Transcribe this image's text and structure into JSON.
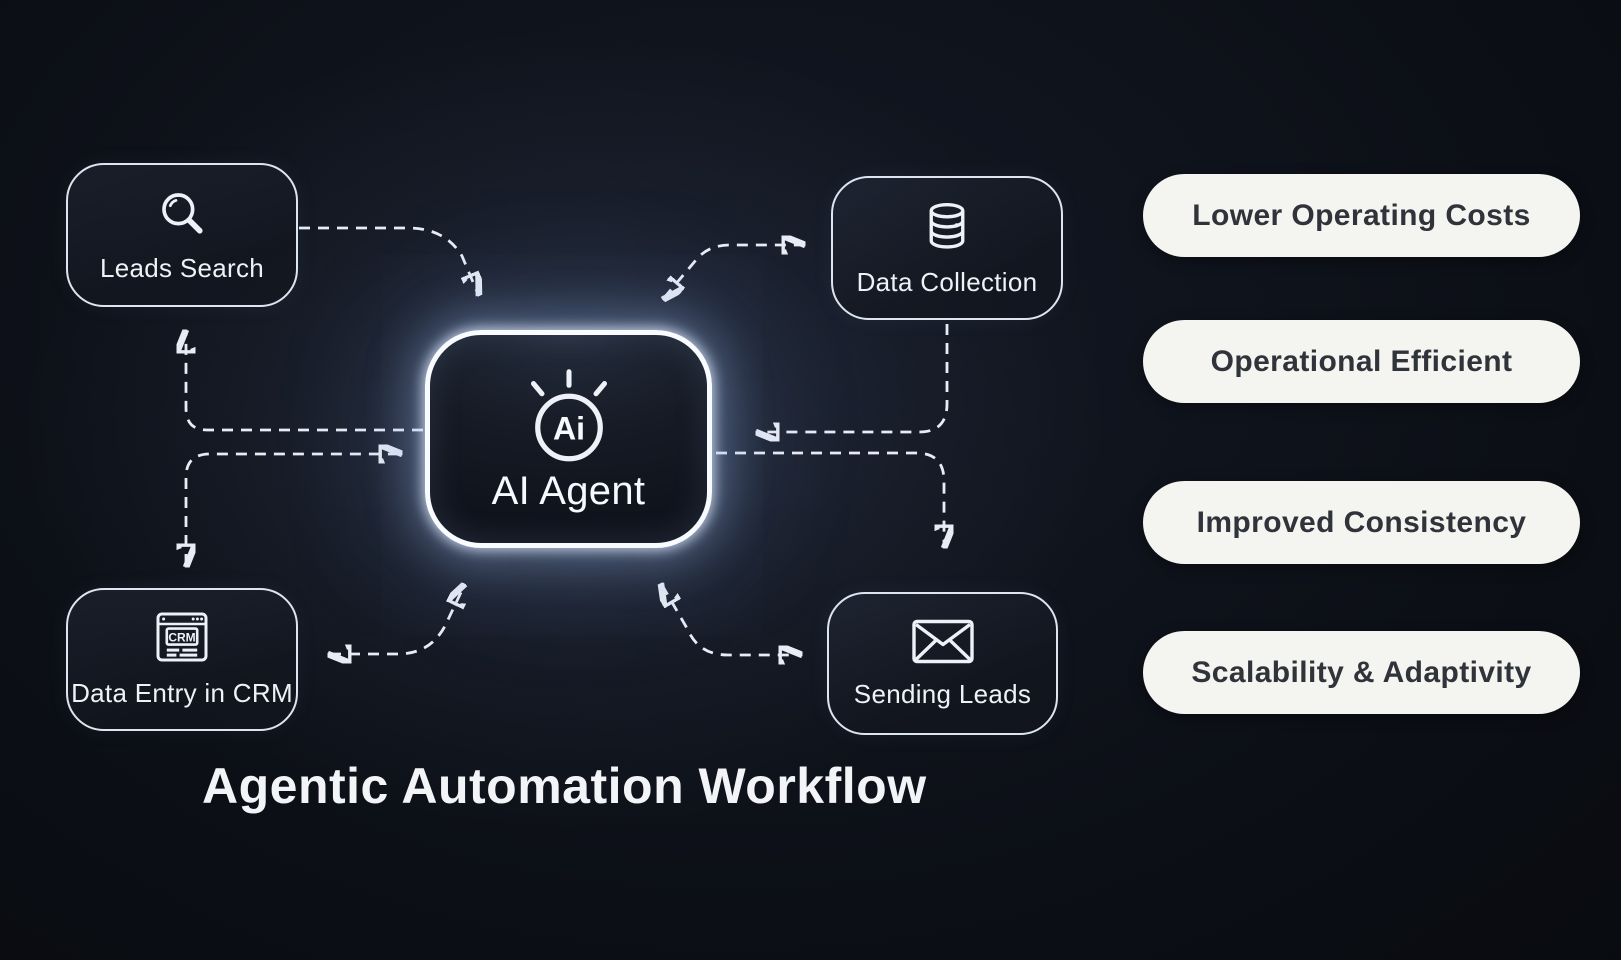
{
  "title": "Agentic Automation Workflow",
  "center_node": {
    "id": "ai-agent",
    "label": "AI Agent",
    "icon": "ai-spark-icon",
    "icon_text": "Ai"
  },
  "nodes": [
    {
      "id": "leads-search",
      "label": "Leads Search",
      "icon": "search-icon"
    },
    {
      "id": "data-collection",
      "label": "Data Collection",
      "icon": "database-icon"
    },
    {
      "id": "data-entry-crm",
      "label": "Data Entry in CRM",
      "icon": "crm-window-icon",
      "icon_text": "CRM"
    },
    {
      "id": "sending-leads",
      "label": "Sending Leads",
      "icon": "mail-icon"
    }
  ],
  "benefits": [
    {
      "label": "Lower Operating Costs"
    },
    {
      "label": "Operational Efficient"
    },
    {
      "label": "Improved Consistency"
    },
    {
      "label": "Scalability & Adaptivity"
    }
  ],
  "connections": [
    {
      "from": "leads-search",
      "to": "ai-agent",
      "arrows": "single"
    },
    {
      "from": "ai-agent",
      "to": "leads-search",
      "arrows": "single"
    },
    {
      "from": "ai-agent",
      "to": "data-entry-crm",
      "arrows": "double"
    },
    {
      "from": "ai-agent",
      "to": "data-entry-crm",
      "arrows": "double"
    },
    {
      "from": "ai-agent",
      "to": "data-collection",
      "arrows": "double"
    },
    {
      "from": "data-collection",
      "to": "ai-agent",
      "arrows": "single"
    },
    {
      "from": "ai-agent",
      "to": "sending-leads",
      "arrows": "single"
    },
    {
      "from": "ai-agent",
      "to": "sending-leads",
      "arrows": "double"
    }
  ],
  "colors": {
    "background": "#0a0d13",
    "node_border": "#dfe5ee",
    "connector": "#e8edf5",
    "center_glow": "#cfe0ff",
    "pill_background": "#f4f4f1",
    "pill_text": "#303339",
    "title_text": "#f2f4f7"
  }
}
